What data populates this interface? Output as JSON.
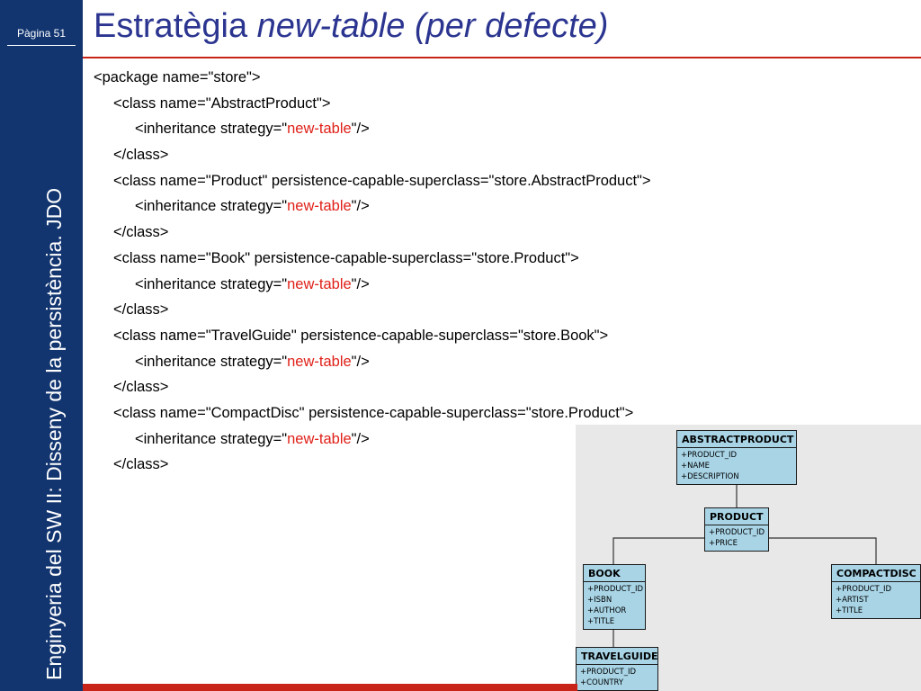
{
  "sidebar": {
    "page_label": "Pàgina 51",
    "course_title": "Enginyeria del SW II: Disseny de la persistència. JDO"
  },
  "slide": {
    "title_plain": "Estratègia ",
    "title_italic": "new-table (per defecte)"
  },
  "code_lines": [
    {
      "indent": 0,
      "before": "<package name=\"store\">",
      "highlight": "",
      "after": ""
    },
    {
      "indent": 1,
      "before": "<class name=\"AbstractProduct\">",
      "highlight": "",
      "after": ""
    },
    {
      "indent": 2,
      "before": "<inheritance strategy=\"",
      "highlight": "new-table",
      "after": "\"/>"
    },
    {
      "indent": 1,
      "before": "</class>",
      "highlight": "",
      "after": ""
    },
    {
      "indent": 1,
      "before": "<class name=\"Product\" persistence-capable-superclass=\"store.AbstractProduct\">",
      "highlight": "",
      "after": ""
    },
    {
      "indent": 2,
      "before": "<inheritance strategy=\"",
      "highlight": "new-table",
      "after": "\"/>"
    },
    {
      "indent": 1,
      "before": "</class>",
      "highlight": "",
      "after": ""
    },
    {
      "indent": 1,
      "before": "<class name=\"Book\" persistence-capable-superclass=\"store.Product\">",
      "highlight": "",
      "after": ""
    },
    {
      "indent": 2,
      "before": "<inheritance strategy=\"",
      "highlight": "new-table",
      "after": "\"/>"
    },
    {
      "indent": 1,
      "before": "</class>",
      "highlight": "",
      "after": ""
    },
    {
      "indent": 1,
      "before": "<class name=\"TravelGuide\" persistence-capable-superclass=\"store.Book\">",
      "highlight": "",
      "after": ""
    },
    {
      "indent": 2,
      "before": "<inheritance strategy=\"",
      "highlight": "new-table",
      "after": "\"/>"
    },
    {
      "indent": 1,
      "before": "</class>",
      "highlight": "",
      "after": ""
    },
    {
      "indent": 1,
      "before": "<class name=\"CompactDisc\" persistence-capable-superclass=\"store.Product\">",
      "highlight": "",
      "after": ""
    },
    {
      "indent": 2,
      "before": "<inheritance strategy=\"",
      "highlight": "new-table",
      "after": "\"/>"
    },
    {
      "indent": 1,
      "before": "</class>",
      "highlight": "",
      "after": ""
    }
  ],
  "diagram": {
    "tables": {
      "abstractproduct": {
        "name": "ABSTRACTPRODUCT",
        "attrs": [
          "+PRODUCT_ID",
          "+NAME",
          "+DESCRIPTION"
        ]
      },
      "product": {
        "name": "PRODUCT",
        "attrs": [
          "+PRODUCT_ID",
          "+PRICE"
        ]
      },
      "book": {
        "name": "BOOK",
        "attrs": [
          "+PRODUCT_ID",
          "+ISBN",
          "+AUTHOR",
          "+TITLE"
        ]
      },
      "compactdisc": {
        "name": "COMPACTDISC",
        "attrs": [
          "+PRODUCT_ID",
          "+ARTIST",
          "+TITLE"
        ]
      },
      "travelguide": {
        "name": "TRAVELGUIDE",
        "attrs": [
          "+PRODUCT_ID",
          "+COUNTRY"
        ]
      }
    }
  },
  "colors": {
    "sidebar_bg": "#123570",
    "title_text": "#2b3590",
    "accent_red": "#c82418",
    "highlight_text": "#e02018",
    "table_fill": "#a8d4e6"
  }
}
